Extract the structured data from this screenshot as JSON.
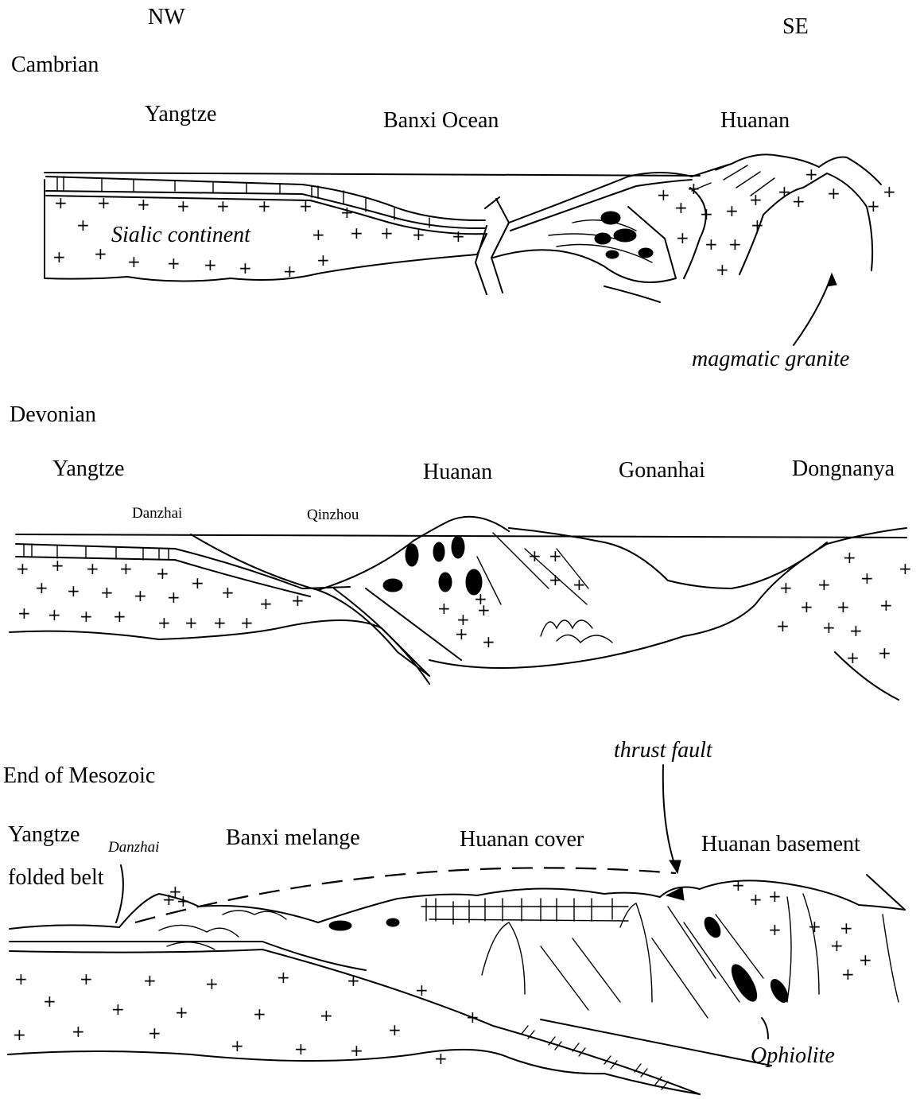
{
  "directions": {
    "left": "NW",
    "right": "SE"
  },
  "panels": [
    {
      "period": "Cambrian",
      "units": [
        "Yangtze",
        "Banxi Ocean",
        "Huanan"
      ],
      "labels": {
        "continent": "Sialic continent",
        "granite": "magmatic granite"
      }
    },
    {
      "period": "Devonian",
      "units": [
        "Yangtze",
        "Huanan",
        "Gonanhai",
        "Dongnanya"
      ],
      "minor": [
        "Danzhai",
        "Qinzhou"
      ]
    },
    {
      "period": "End of Mesozoic",
      "units": [
        "Yangtze",
        "folded belt",
        "Banxi melange",
        "Huanan cover",
        "Huanan basement"
      ],
      "minor": [
        "Danzhai"
      ],
      "labels": {
        "fault": "thrust fault",
        "ophiolite": "Ophiolite"
      }
    }
  ],
  "colors": {
    "ink": "#000000",
    "paper": "#ffffff"
  }
}
